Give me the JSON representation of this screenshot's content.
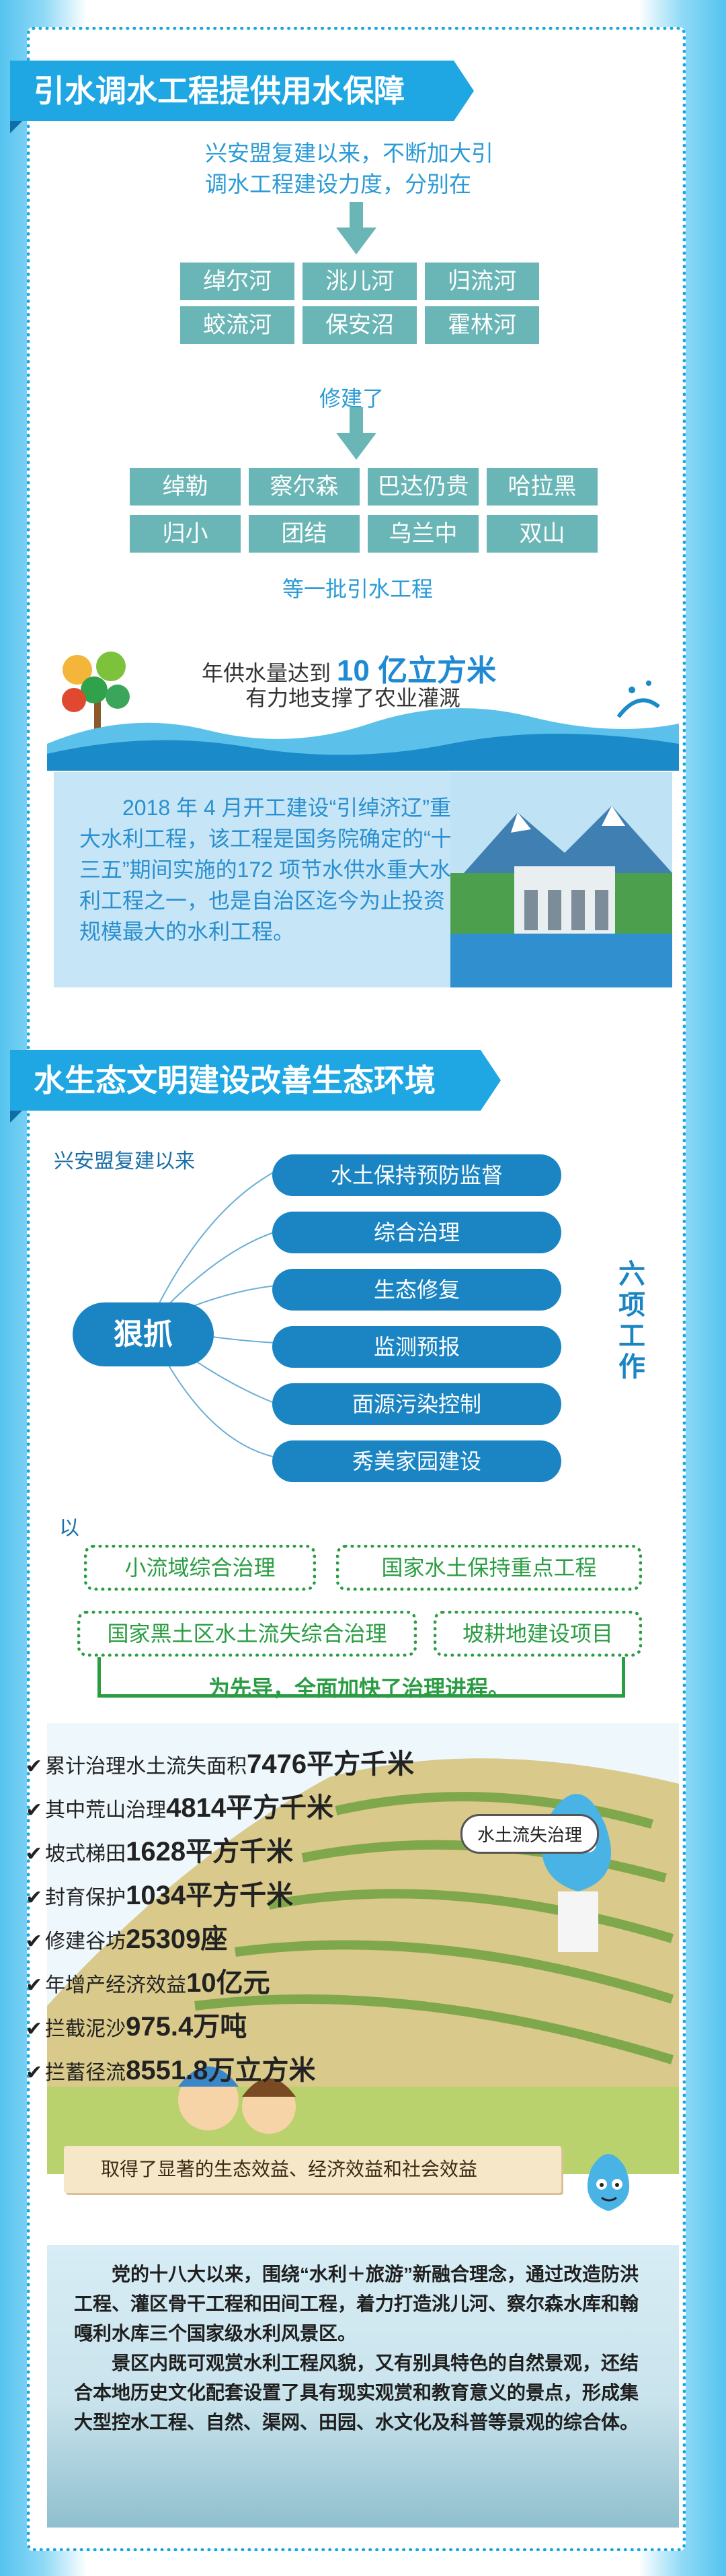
{
  "section1": {
    "title": "引水调水工程提供用水保障",
    "intro_line1": "兴安盟复建以来，不断加大引",
    "intro_line2": "调水工程建设力度，分别在",
    "rivers": [
      "绰尔河",
      "洮儿河",
      "归流河",
      "蛟流河",
      "保安沼",
      "霍林河"
    ],
    "built_label": "修建了",
    "projects": [
      "绰勒",
      "察尔森",
      "巴达仍贵",
      "哈拉黑",
      "归小",
      "团结",
      "乌兰中",
      "双山"
    ],
    "etc_label": "等一批引水工程",
    "supply_prefix": "年供水量达到",
    "supply_amount": "10 亿立方米",
    "supply_line2": "有力地支撑了农业灌溉",
    "paragraph": "2018 年 4 月开工建设“引绰济辽”重大水利工程，该工程是国务院确定的“十三五”期间实施的172 项节水供水重大水利工程之一，也是自治区迄今为止投资规模最大的水利工程。"
  },
  "section2": {
    "title": "水生态文明建设改善生态环境",
    "since_label": "兴安盟复建以来",
    "focus_label": "狠抓",
    "tasks": [
      "水土保持预防监督",
      "综合治理",
      "生态修复",
      "监测预报",
      "面源污染控制",
      "秀美家园建设"
    ],
    "six_tasks_label": "六项工作",
    "with_label": "以",
    "programs": [
      "小流域综合治理",
      "国家水土保持重点工程",
      "国家黑土区水土流失综合治理",
      "坡耕地建设项目"
    ],
    "pilot_label": "为先导，全面加快了治理进程。",
    "stats": [
      {
        "label": "累计治理水土流失面积",
        "value": "7476平方千米"
      },
      {
        "label": "其中荒山治理",
        "value": "4814平方千米"
      },
      {
        "label": "坡式梯田",
        "value": "1628平方千米"
      },
      {
        "label": "封育保护",
        "value": "1034平方千米"
      },
      {
        "label": "修建谷坊",
        "value": "25309座"
      },
      {
        "label": "年增产经济效益",
        "value": "10亿元"
      },
      {
        "label": "拦截泥沙",
        "value": "975.4万吨"
      },
      {
        "label": "拦蓄径流",
        "value": "8551.8万立方米"
      }
    ],
    "sign_label": "水土流失治理",
    "benefit_label": "取得了显著的生态效益、经济效益和社会效益",
    "final_paragraph1": "党的十八大以来，围绕“水利＋旅游”新融合理念，通过改造防洪工程、灌区骨干工程和田间工程，着力打造洮儿河、察尔森水库和翰嘎利水库三个国家级水利风景区。",
    "final_paragraph2": "景区内既可观赏水利工程风貌，又有别具特色的自然景观，还结合本地历史文化配套设置了具有现实观赏和教育意义的景点，形成集大型控水工程、自然、渠网、田园、水文化及科普等景观的综合体。"
  },
  "colors": {
    "title_blue": "#1ea7e3",
    "teal": "#6ab5b6",
    "oval_blue": "#1b85c3",
    "green": "#2a9d43"
  }
}
